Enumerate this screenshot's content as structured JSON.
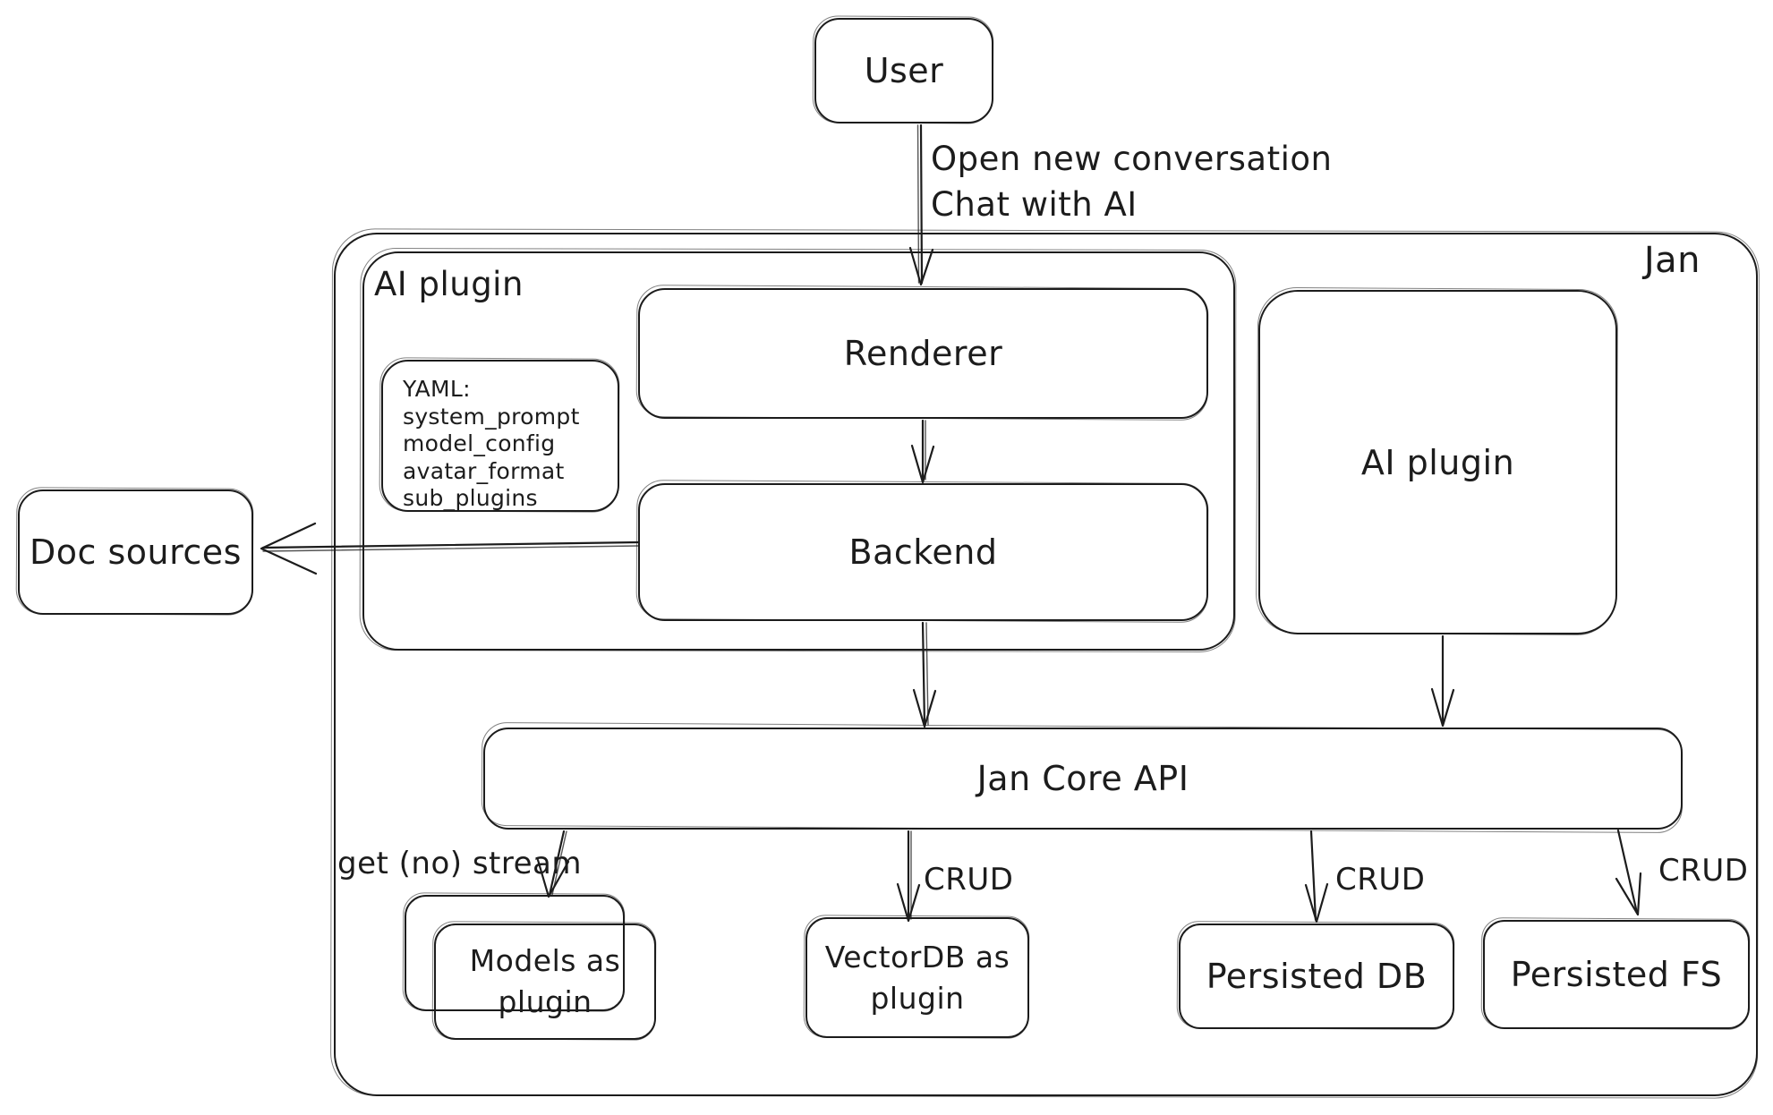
{
  "colors": {
    "ink": "#1c1c1c",
    "background": "#ffffff"
  },
  "nodes": {
    "user": {
      "label": "User"
    },
    "jan_container": {
      "label": "Jan"
    },
    "ai_plugin_left": {
      "label": "AI plugin"
    },
    "renderer": {
      "label": "Renderer"
    },
    "backend": {
      "label": "Backend"
    },
    "yaml_note": {
      "lines": [
        "YAML:",
        "system_prompt",
        "model_config",
        "avatar_format",
        "sub_plugins"
      ]
    },
    "doc_sources": {
      "label": "Doc sources"
    },
    "ai_plugin_right": {
      "label": "AI plugin"
    },
    "jan_core_api": {
      "label": "Jan Core API"
    },
    "models_plugin": {
      "label": "Models as plugin"
    },
    "vectordb_plugin": {
      "label": "VectorDB as plugin"
    },
    "persisted_db": {
      "label": "Persisted DB"
    },
    "persisted_fs": {
      "label": "Persisted FS"
    }
  },
  "edges": {
    "user_flow": {
      "label": "Open new conversation\nChat with AI"
    },
    "models_flow": {
      "label": "get (no) stream"
    },
    "vectordb_flow": {
      "label": "CRUD"
    },
    "persisted_db_flow": {
      "label": "CRUD"
    },
    "persisted_fs_flow": {
      "label": "CRUD"
    }
  }
}
